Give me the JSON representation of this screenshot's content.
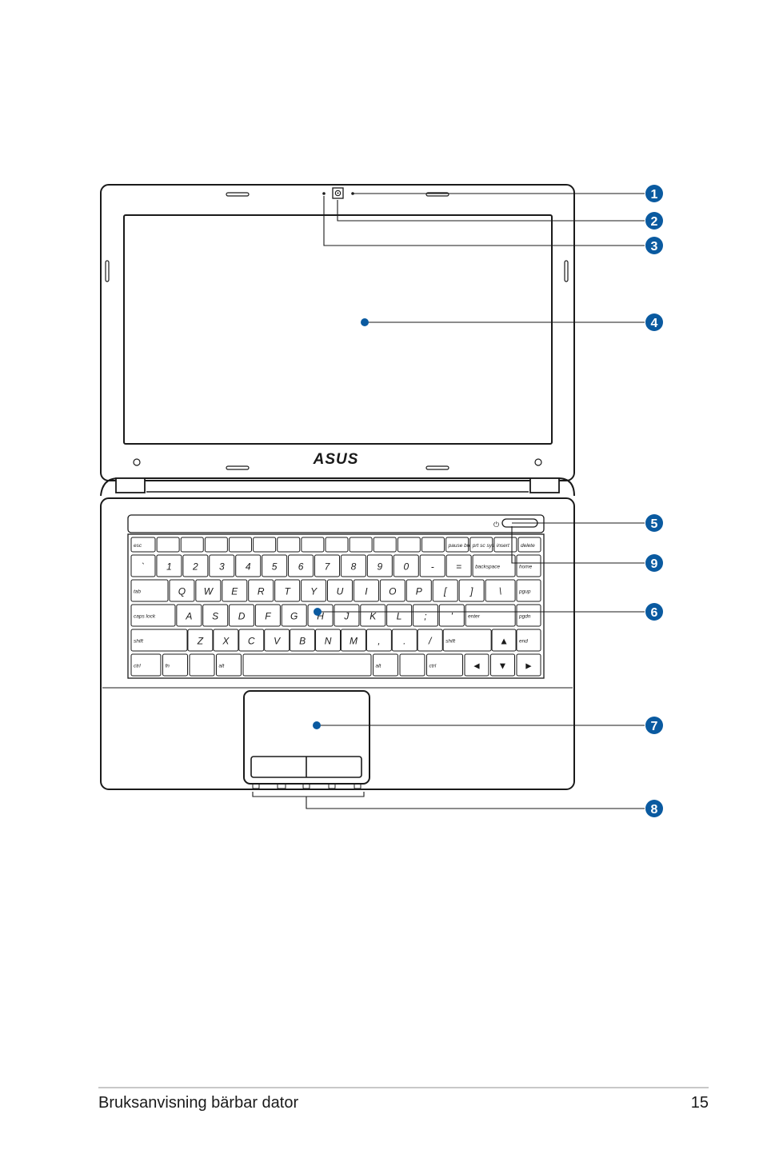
{
  "brand_logo_text": "ASUS",
  "callouts": [
    "1",
    "2",
    "3",
    "4",
    "5",
    "6",
    "7",
    "8",
    "9"
  ],
  "keyboard": {
    "rows": [
      [
        "esc",
        "",
        "",
        "",
        "",
        "",
        "",
        "",
        "",
        "",
        "",
        "",
        "",
        "pause break",
        "prt sc sysrq",
        "insert",
        "delete"
      ],
      [
        "`",
        "1",
        "2",
        "3",
        "4",
        "5",
        "6",
        "7",
        "8",
        "9",
        "0",
        "-",
        "=",
        "backspace",
        "home"
      ],
      [
        "tab",
        "Q",
        "W",
        "E",
        "R",
        "T",
        "Y",
        "U",
        "I",
        "O",
        "P",
        "[",
        "]",
        "\\",
        "pgup"
      ],
      [
        "caps lock",
        "A",
        "S",
        "D",
        "F",
        "G",
        "H",
        "J",
        "K",
        "L",
        ";",
        "'",
        "enter",
        "pgdn"
      ],
      [
        "shift",
        "Z",
        "X",
        "C",
        "V",
        "B",
        "N",
        "M",
        ",",
        ".",
        "/",
        "shift",
        "▲",
        "end"
      ],
      [
        "ctrl",
        "fn",
        "",
        "alt",
        "",
        "alt",
        "",
        "ctrl",
        "◄",
        "▼",
        "►"
      ]
    ]
  },
  "footer": {
    "title": "Bruksanvisning bärbar dator",
    "page_number": "15"
  },
  "colors": {
    "callout": "#0a5aa0",
    "line": "#1a1a1a"
  }
}
